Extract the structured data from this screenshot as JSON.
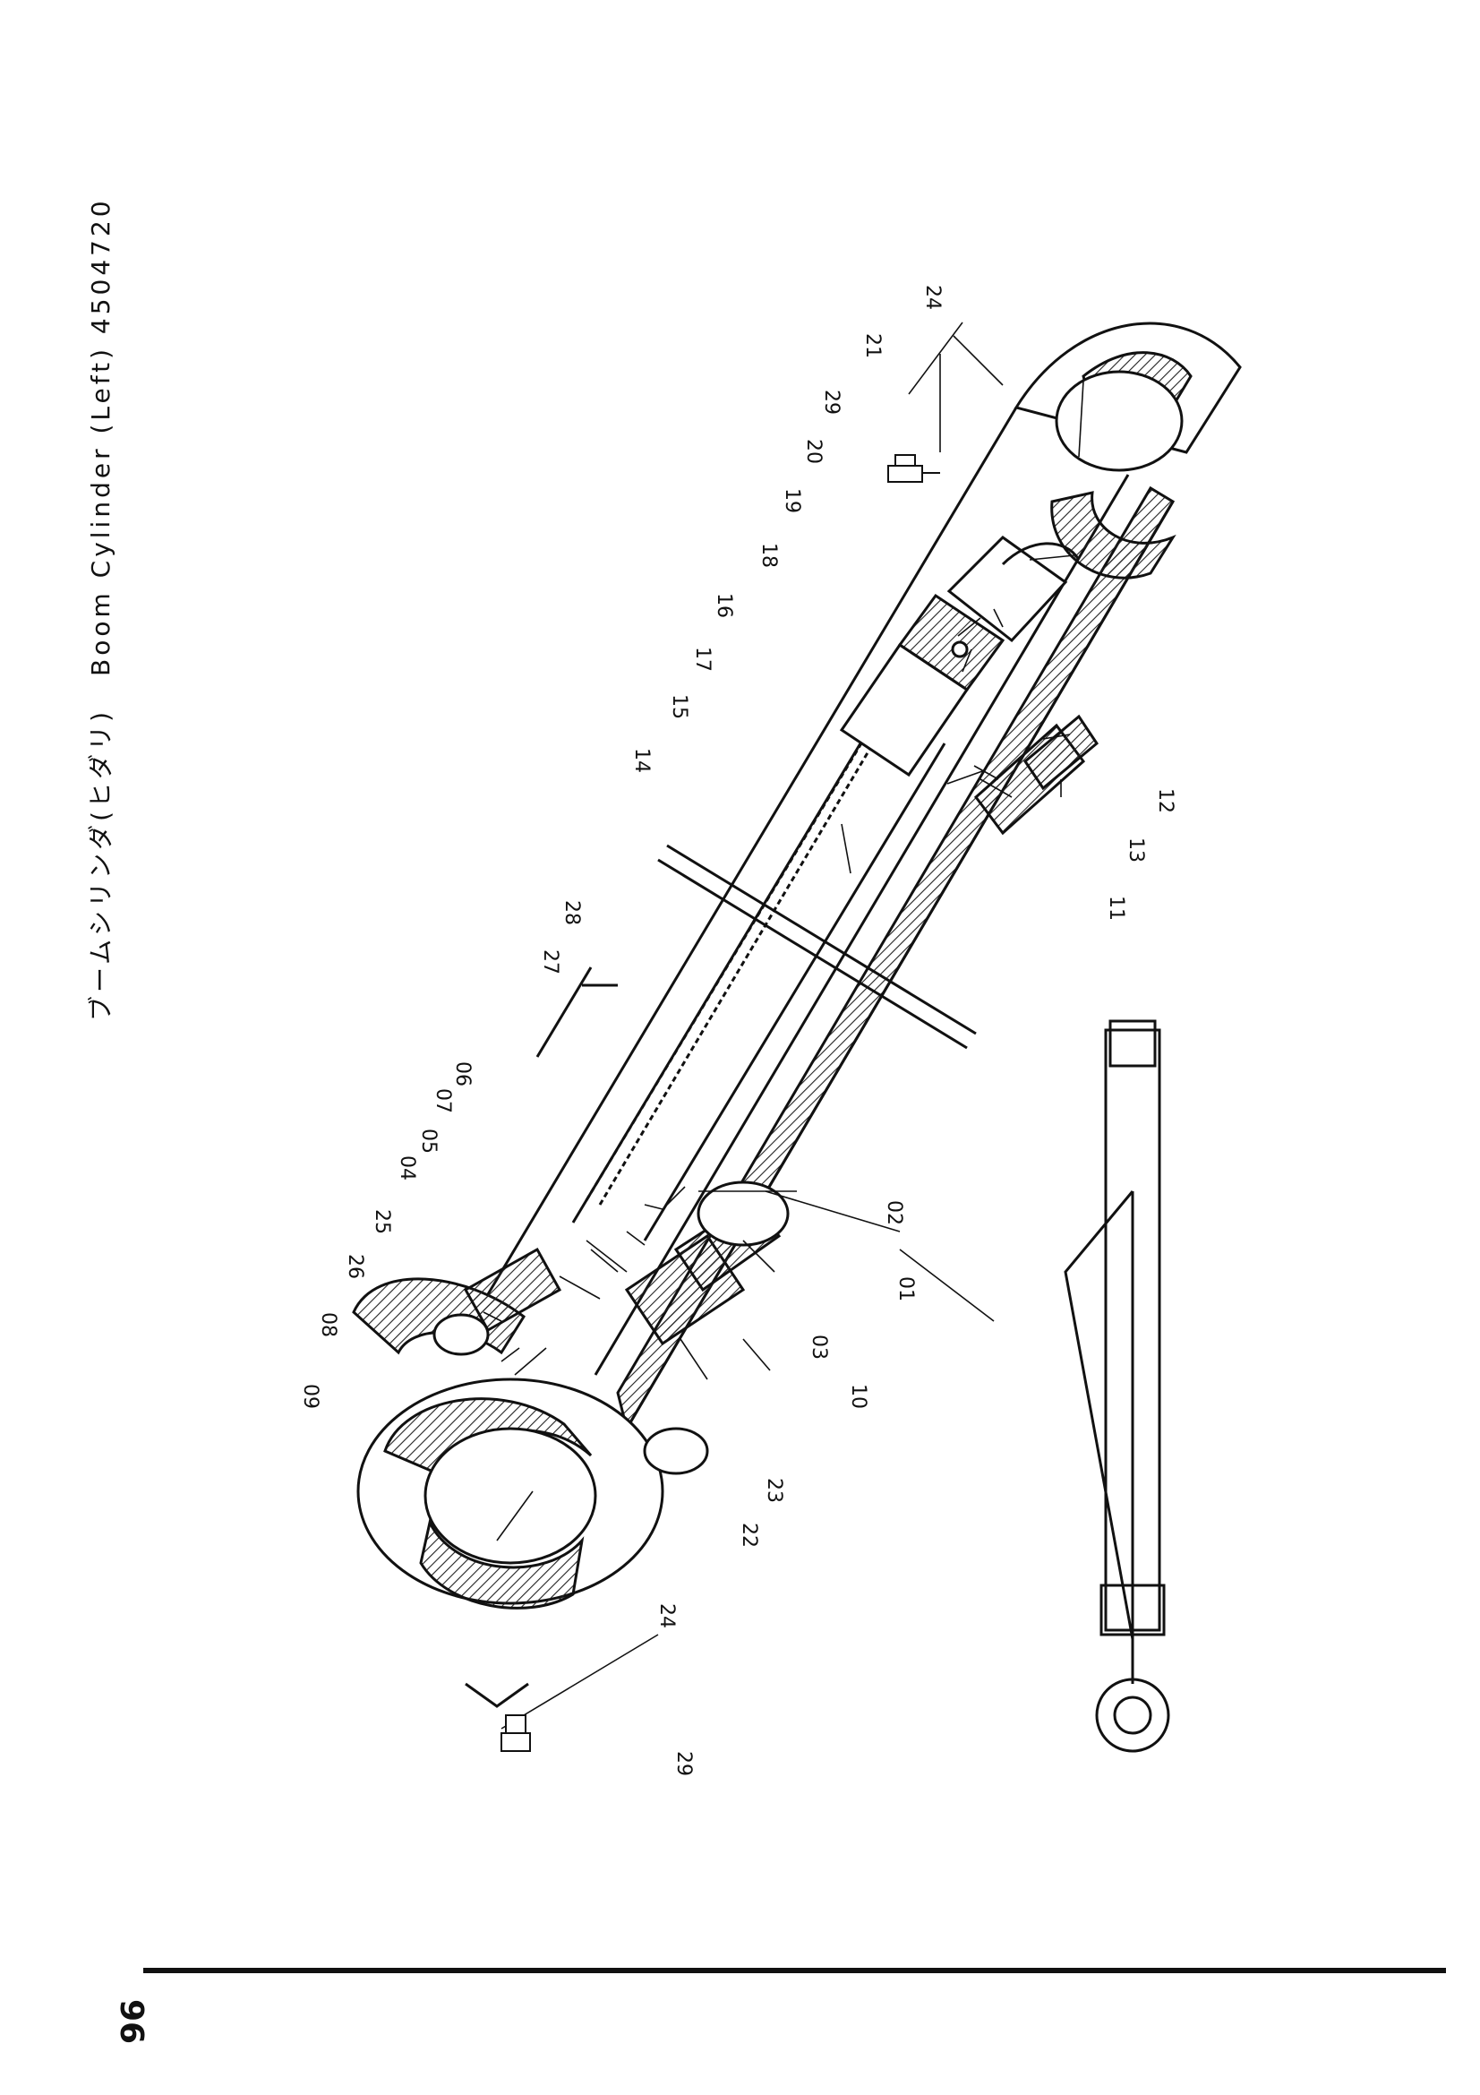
{
  "header": {
    "title_jp": "ブームシリンダ(ヒダリ)",
    "title_en": "Boom Cylinder (Left) 4504720"
  },
  "footer": {
    "page_number": "96"
  },
  "parts": {
    "p01": "01",
    "p02": "02",
    "p03": "03",
    "p04": "04",
    "p05": "05",
    "p06": "06",
    "p07": "07",
    "p08": "08",
    "p09": "09",
    "p10": "10",
    "p11": "11",
    "p12": "12",
    "p13": "13",
    "p14": "14",
    "p15": "15",
    "p16": "16",
    "p17": "17",
    "p18": "18",
    "p19": "19",
    "p20": "20",
    "p21": "21",
    "p22": "22",
    "p23": "23",
    "p24": "24",
    "p25": "25",
    "p26": "26",
    "p27": "27",
    "p28": "28",
    "p29": "29"
  }
}
